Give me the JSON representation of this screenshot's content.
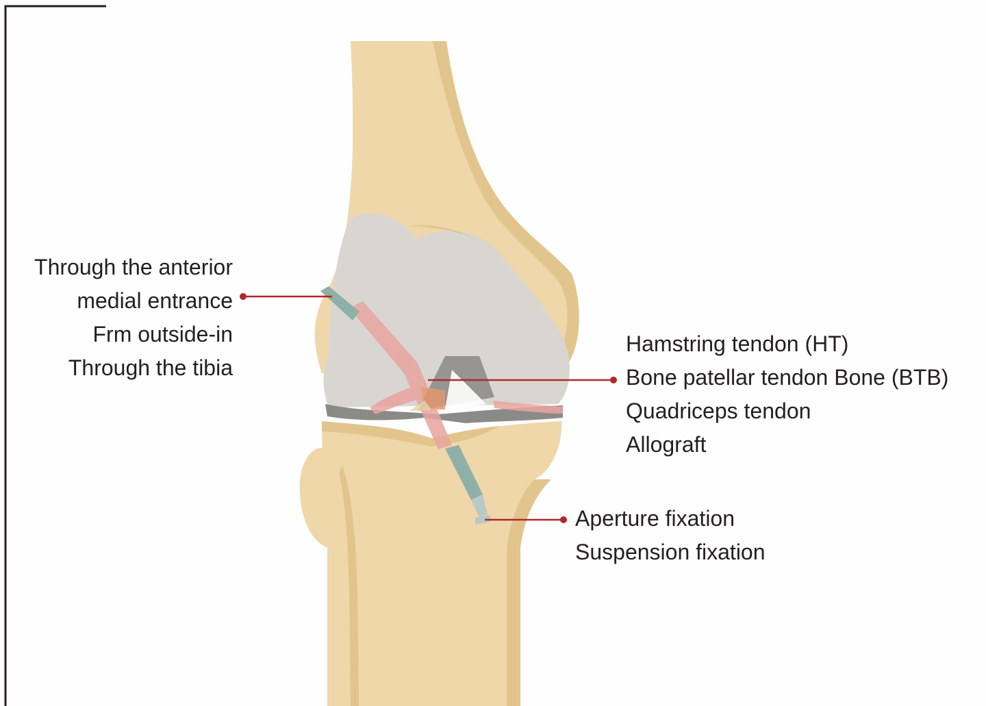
{
  "colors": {
    "bone": "#efd7a9",
    "bone_shadow": "#e2c58d",
    "cartilage": "#d9d6d1",
    "meniscus": "#8a8a87",
    "graft": "#e9a4a0",
    "screw": "#8fb0a8",
    "leader": "#b3262a",
    "text": "#231f20"
  },
  "labels": {
    "tunnel_options": [
      "Through the anterior",
      "medial entrance",
      "Frm outside-in",
      "Through the tibia"
    ],
    "graft_options": [
      "Hamstring tendon (HT)",
      "Bone patellar tendon Bone (BTB)",
      "Quadriceps tendon",
      "Allograft"
    ],
    "fixation_options": [
      "Aperture fixation",
      "Suspension fixation"
    ]
  },
  "icons": [
    "femur-bone",
    "tibia-bone",
    "fibula-bone",
    "acl-graft",
    "interference-screw"
  ]
}
